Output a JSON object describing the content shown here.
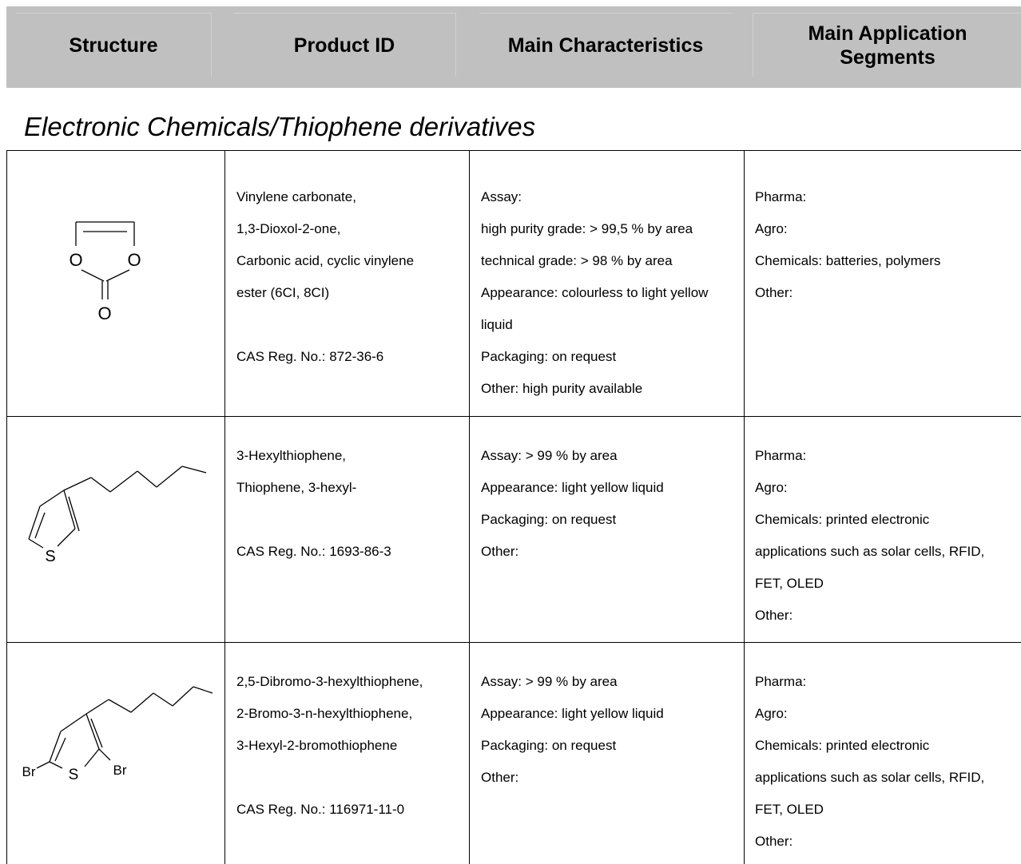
{
  "header": {
    "structure": "Structure",
    "product_id": "Product ID",
    "main_characteristics": "Main Characteristics",
    "main_application_line1": "Main Application",
    "main_application_line2": "Segments"
  },
  "section_title": "Electronic Chemicals/Thiophene derivatives",
  "rows": [
    {
      "structure_atoms": {
        "o_left": "O",
        "o_right": "O",
        "o_bottom": "O"
      },
      "product": [
        "Vinylene carbonate,",
        "1,3-Dioxol-2-one,",
        "Carbonic acid, cyclic vinylene",
        "ester (6CI, 8CI)",
        "",
        "CAS Reg. No.: 872-36-6"
      ],
      "characteristics": [
        "Assay:",
        "high purity grade: > 99,5 % by area",
        "technical grade: > 98 % by area",
        "Appearance: colourless to light yellow",
        "liquid",
        "Packaging: on request",
        "Other: high purity available"
      ],
      "applications": [
        "Pharma:",
        "Agro:",
        "Chemicals: batteries, polymers",
        "Other:"
      ]
    },
    {
      "structure_atoms": {
        "s": "S"
      },
      "product": [
        "3-Hexylthiophene,",
        "Thiophene, 3-hexyl-",
        "",
        "CAS Reg. No.: 1693-86-3"
      ],
      "characteristics": [
        "Assay: > 99 % by area",
        "Appearance: light yellow liquid",
        "Packaging: on request",
        "Other:"
      ],
      "applications": [
        "Pharma:",
        "Agro:",
        "Chemicals: printed electronic",
        "applications such as solar cells, RFID,",
        "FET, OLED",
        "Other:"
      ]
    },
    {
      "structure_atoms": {
        "br_left": "Br",
        "s": "S",
        "br_right": "Br"
      },
      "product": [
        "2,5-Dibromo-3-hexylthiophene,",
        "2-Bromo-3-n-hexylthiophene,",
        "3-Hexyl-2-bromothiophene",
        "",
        "CAS Reg. No.: 116971-11-0"
      ],
      "characteristics": [
        "Assay: > 99 % by area",
        "Appearance: light yellow liquid",
        "Packaging: on request",
        "Other:"
      ],
      "applications": [
        "Pharma:",
        "Agro:",
        "Chemicals: printed electronic",
        "applications such as solar cells, RFID,",
        "FET, OLED",
        "Other:"
      ]
    }
  ]
}
